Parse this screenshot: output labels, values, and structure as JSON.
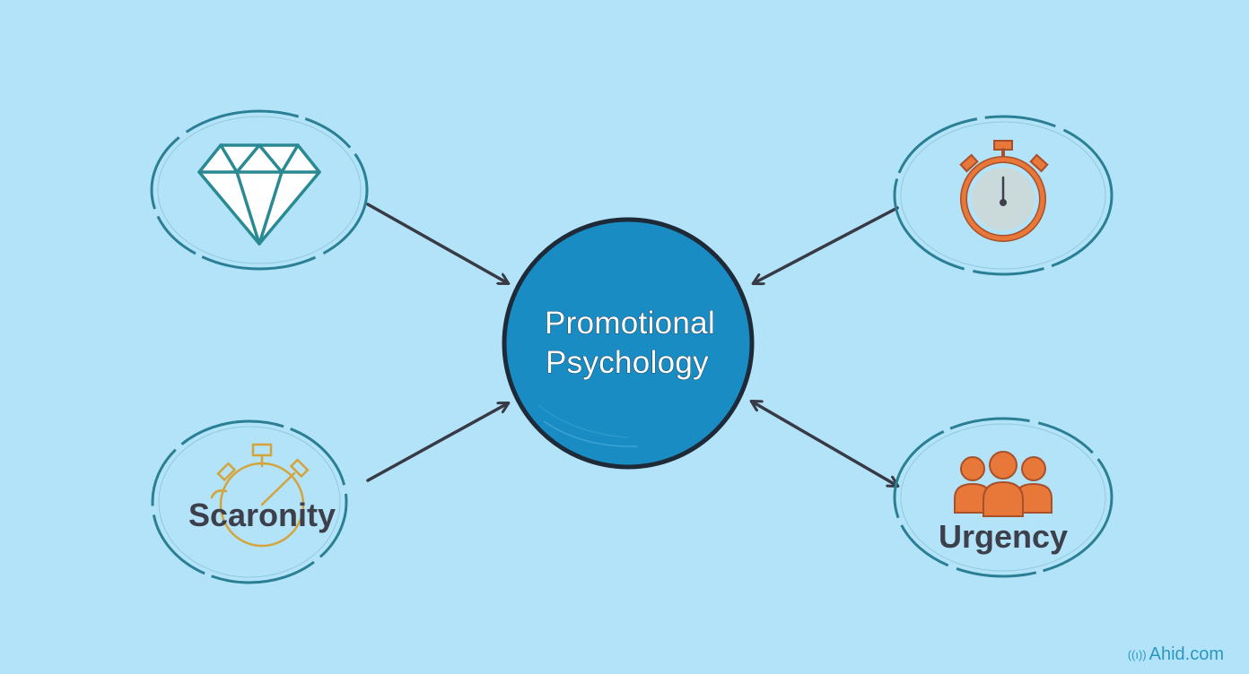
{
  "center": {
    "line1": "Promotional",
    "line2": "Psychology"
  },
  "nodes": {
    "scarcity_label": "Scaronity",
    "urgency_label": "Urgency"
  },
  "icons": {
    "top_left": "diamond-icon",
    "top_right": "stopwatch-icon",
    "bottom_left": "stopwatch-icon",
    "bottom_right": "people-group-icon"
  },
  "watermark": {
    "text": "Ahid.com"
  },
  "colors": {
    "background": "#b3e3f8",
    "center_fill": "#1a8cc4",
    "ring": "#2a7f95",
    "arrow": "#383a45",
    "diamond": "#2a8a94",
    "orange": "#e8773a",
    "gold": "#d4a43a"
  }
}
